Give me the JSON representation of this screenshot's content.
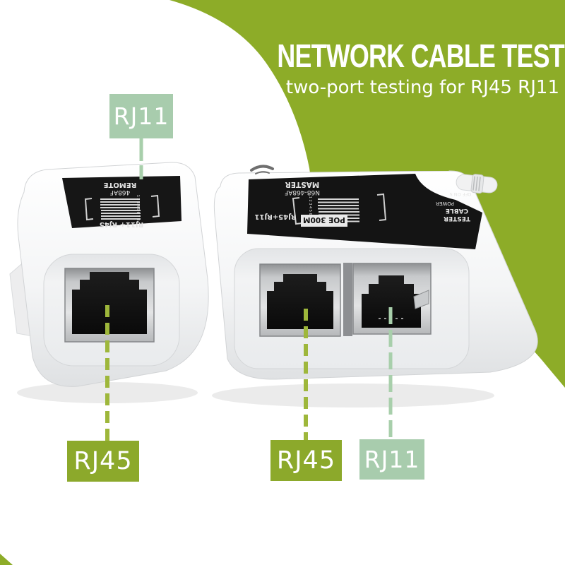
{
  "banner": {
    "title": "NETWORK CABLE TESTER",
    "subtitle": "two-port testing for RJ45 RJ11",
    "bg_color": "#8DAC28",
    "text_color": "#FFFFFF"
  },
  "annotations": {
    "top_rj11": {
      "label": "RJ11",
      "bg": "#A8CCAD"
    },
    "left_rj45": {
      "label": "RJ45",
      "bg": "#8CA92B"
    },
    "mid_rj45": {
      "label": "RJ45",
      "bg": "#8CA92B"
    },
    "right_rj11": {
      "label": "RJ11",
      "bg": "#A8CCAD"
    },
    "line_olive": "#9EB73B",
    "line_pale": "#A8CFAB"
  },
  "devices": {
    "remote": {
      "name_line1": "REMOTE",
      "name_line2": "468AF",
      "ports_text": "RJ11+ RJ45",
      "led_numbers": "1 2 3 4 5 6 7 8"
    },
    "master": {
      "name_line1": "MASTER",
      "name_line2": "N68-468AF",
      "ports_text": "RJ45+RJ11",
      "brand_line1": "CABLE",
      "brand_line2": "TESTER",
      "power_text": "POWER",
      "switch_text": "OFF ON S",
      "poe_text": "POE 300M",
      "led_numbers": "1 2 3 4 5 6 7 8"
    }
  }
}
